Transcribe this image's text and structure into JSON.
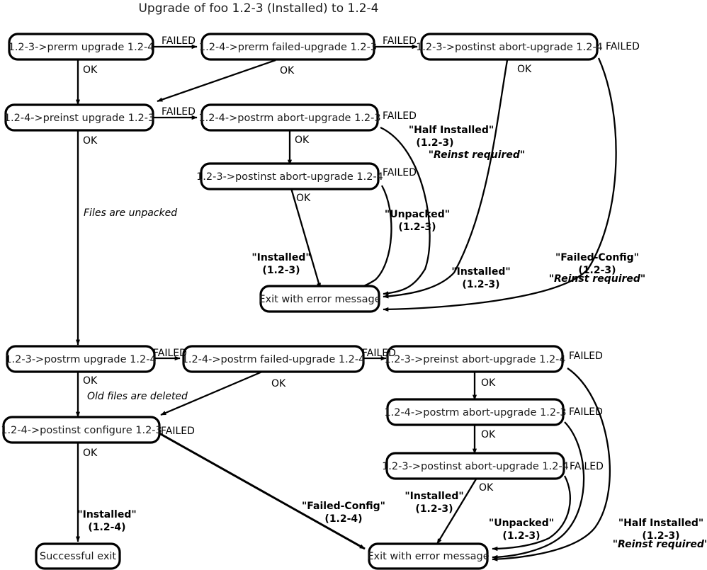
{
  "title": "Upgrade of foo 1.2-3 (Installed) to 1.2-4",
  "nodes": {
    "n1": {
      "label": "1.2-3->prerm upgrade 1.2-4"
    },
    "n2": {
      "label": "1.2-4->prerm failed-upgrade 1.2-3"
    },
    "n3": {
      "label": "1.2-3->postinst abort-upgrade 1.2-4"
    },
    "n4": {
      "label": "1.2-4->preinst upgrade 1.2-3"
    },
    "n5": {
      "label": "1.2-4->postrm abort-upgrade 1.2-3"
    },
    "n6": {
      "label": "1.2-3->postinst abort-upgrade 1.2-4"
    },
    "n7": {
      "label": "Exit with error message"
    },
    "n8": {
      "label": "1.2-3->postrm upgrade 1.2-4"
    },
    "n9": {
      "label": "1.2-4->postrm failed-upgrade 1.2-4"
    },
    "n10": {
      "label": "1.2-3->preinst abort-upgrade 1.2-4"
    },
    "n11": {
      "label": "1.2-4->postinst configure 1.2-3"
    },
    "n12": {
      "label": "1.2-4->postrm abort-upgrade 1.2-3"
    },
    "n13": {
      "label": "1.2-3->postinst abort-upgrade 1.2-4"
    },
    "n14": {
      "label": "Exit with error message"
    },
    "n15": {
      "label": "Successful exit"
    }
  },
  "edge_labels": {
    "e1_failed": "FAILED",
    "e1_ok": "OK",
    "e2_failed": "FAILED",
    "e2_ok": "OK",
    "e3_failed": "FAILED",
    "e3_ok": "OK",
    "e4_failed": "FAILED",
    "e4_ok": "OK",
    "e5_failed": "FAILED",
    "e5_ok": "OK",
    "e6_failed": "FAILED",
    "e6_ok": "OK",
    "e8_failed": "FAILED",
    "e8_ok": "OK",
    "e9_failed": "FAILED",
    "e9_ok": "OK",
    "e10_failed": "FAILED",
    "e10_ok": "OK",
    "e11_failed": "FAILED",
    "e11_ok": "OK",
    "e12_failed": "FAILED",
    "e12_ok": "OK",
    "e13_failed": "FAILED",
    "e13_ok": "OK",
    "files_unpacked": "Files are unpacked",
    "old_files_deleted": "Old files are deleted"
  },
  "state_annotations": {
    "half_installed_top": {
      "line1": "\"Half Installed\"",
      "line2": "(1.2-3)",
      "line3": "\"Reinst required\""
    },
    "unpacked_top": {
      "line1": "\"Unpacked\"",
      "line2": "(1.2-3)"
    },
    "installed_top_left": {
      "line1": "\"Installed\"",
      "line2": "(1.2-3)"
    },
    "installed_top_mid": {
      "line1": "\"Installed\"",
      "line2": "(1.2-3)"
    },
    "failed_config_top": {
      "line1": "\"Failed-Config\"",
      "line2": "(1.2-3)",
      "line3": "\"Reinst required\""
    },
    "failed_config_bot": {
      "line1": "\"Failed-Config\"",
      "line2": "(1.2-4)"
    },
    "installed_bot": {
      "line1": "\"Installed\"",
      "line2": "(1.2-3)"
    },
    "unpacked_bot": {
      "line1": "\"Unpacked\"",
      "line2": "(1.2-3)"
    },
    "half_installed_bot": {
      "line1": "\"Half Installed\"",
      "line2": "(1.2-3)",
      "line3": "\"Reinst required\""
    },
    "installed_success": {
      "line1": "\"Installed\"",
      "line2": "(1.2-4)"
    }
  },
  "colors": {
    "stroke": "#000000",
    "node_fill": "#ffffff",
    "text": "#1a1a1a",
    "background": "#ffffff"
  }
}
